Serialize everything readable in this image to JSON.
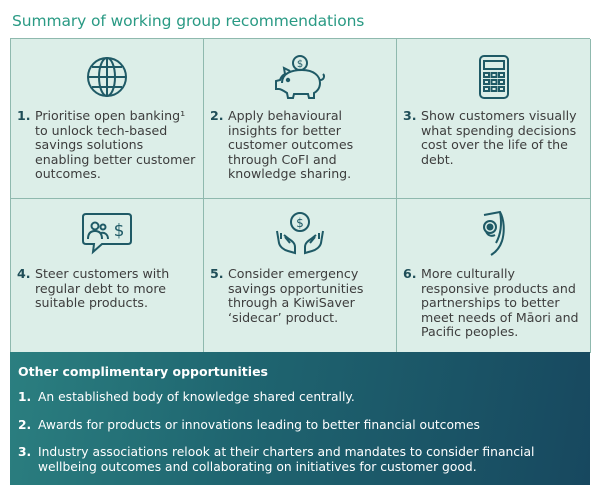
{
  "title": "Summary of working group recommendations",
  "recommendations": [
    {
      "num": "1.",
      "text": "Prioritise open banking¹ to unlock tech-based savings solutions enabling better customer outcomes.",
      "icon": "globe-icon"
    },
    {
      "num": "2.",
      "text": "Apply behavioural insights for better customer outcomes through CoFI and knowledge sharing.",
      "icon": "piggy-bank-icon"
    },
    {
      "num": "3.",
      "text": "Show customers visually what spending decisions cost over the life of the debt.",
      "icon": "calculator-icon"
    },
    {
      "num": "4.",
      "text": "Steer customers with regular debt to more suitable products.",
      "icon": "advice-chat-icon"
    },
    {
      "num": "5.",
      "text": "Consider emergency savings opportunities through a KiwiSaver ‘sidecar’ product.",
      "icon": "hands-money-icon"
    },
    {
      "num": "6.",
      "text": "More culturally responsive products and partnerships to better meet needs of Māori and Pacific peoples.",
      "icon": "koru-icon"
    }
  ],
  "other": {
    "heading": "Other complimentary opportunities",
    "items": [
      {
        "num": "1.",
        "text": "An established body of knowledge shared centrally."
      },
      {
        "num": "2.",
        "text": "Awards for products or innovations leading to better financial outcomes"
      },
      {
        "num": "3.",
        "text": "Industry associations relook at their charters and mandates to consider financial wellbeing outcomes and collaborating on initiatives for customer good."
      }
    ]
  },
  "colors": {
    "accent": "#2a9a84",
    "icon": "#1f5a66",
    "cell_bg": "#dceee8",
    "panel_dark": "#17485f"
  }
}
